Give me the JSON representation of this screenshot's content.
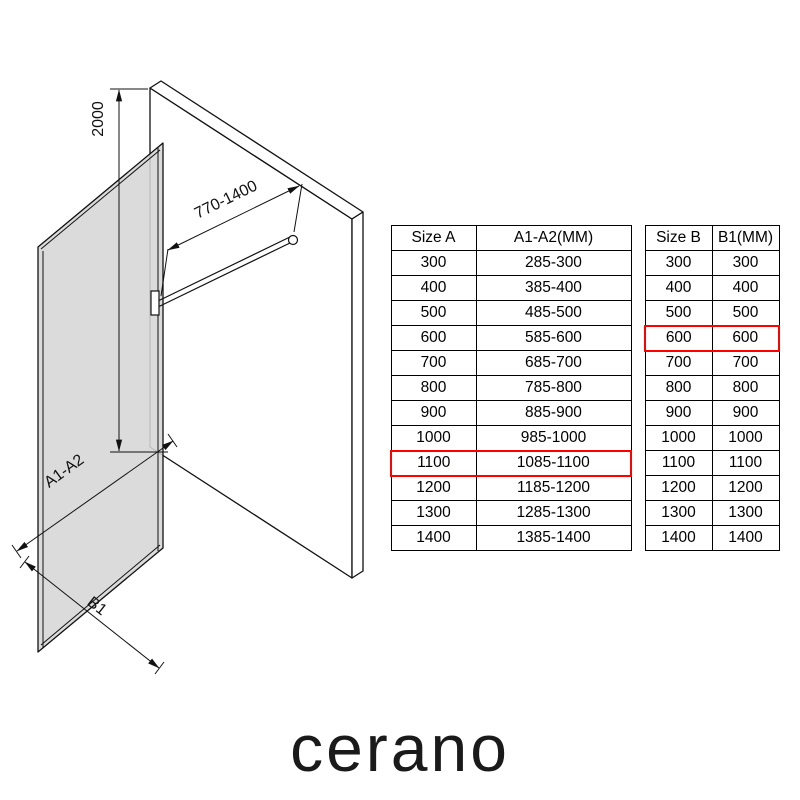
{
  "brand": "cerano",
  "diagram": {
    "labels": {
      "height": "2000",
      "bar_range": "770-1400",
      "width": "A1-A2",
      "depth": "B1"
    }
  },
  "table_a": {
    "headers": [
      "Size A",
      "A1-A2(MM)"
    ],
    "rows": [
      [
        "300",
        "285-300"
      ],
      [
        "400",
        "385-400"
      ],
      [
        "500",
        "485-500"
      ],
      [
        "600",
        "585-600"
      ],
      [
        "700",
        "685-700"
      ],
      [
        "800",
        "785-800"
      ],
      [
        "900",
        "885-900"
      ],
      [
        "1000",
        "985-1000"
      ],
      [
        "1100",
        "1085-1100"
      ],
      [
        "1200",
        "1185-1200"
      ],
      [
        "1300",
        "1285-1300"
      ],
      [
        "1400",
        "1385-1400"
      ]
    ],
    "highlighted_row": 8
  },
  "table_b": {
    "headers": [
      "Size B",
      "B1(MM)"
    ],
    "rows": [
      [
        "300",
        "300"
      ],
      [
        "400",
        "400"
      ],
      [
        "500",
        "500"
      ],
      [
        "600",
        "600"
      ],
      [
        "700",
        "700"
      ],
      [
        "800",
        "800"
      ],
      [
        "900",
        "900"
      ],
      [
        "1000",
        "1000"
      ],
      [
        "1100",
        "1100"
      ],
      [
        "1200",
        "1200"
      ],
      [
        "1300",
        "1300"
      ],
      [
        "1400",
        "1400"
      ]
    ],
    "highlighted_row": 3
  },
  "colors": {
    "highlight": "#ff0000",
    "glass": "#d6d6d6",
    "line": "#111111"
  }
}
